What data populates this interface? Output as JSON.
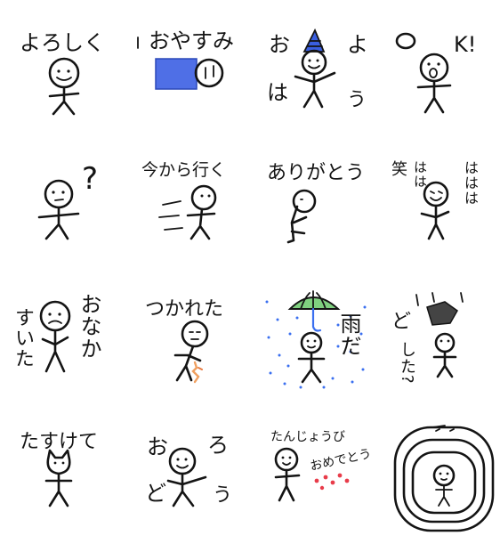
{
  "stickers": [
    {
      "id": "yoroshiku",
      "text": "よろしく"
    },
    {
      "id": "oyasumi",
      "text": "おやすみ"
    },
    {
      "id": "ohayou",
      "text_a": "お",
      "text_b": "よ",
      "text_c": "は",
      "text_d": "う"
    },
    {
      "id": "ok",
      "text": "K!"
    },
    {
      "id": "question",
      "text": "?"
    },
    {
      "id": "imakaraiku",
      "text": "今から行く"
    },
    {
      "id": "arigatou",
      "text": "ありがとう"
    },
    {
      "id": "warai",
      "text_a": "笑",
      "text_b": "ははは",
      "text_c": "はは"
    },
    {
      "id": "onakasuita",
      "text_a": "おなか",
      "text_b": "すいた"
    },
    {
      "id": "tsukareta",
      "text": "つかれた"
    },
    {
      "id": "ame",
      "text": "雨だ"
    },
    {
      "id": "doushita",
      "text_a": "ど",
      "text_b": "した?"
    },
    {
      "id": "tasukete",
      "text": "たすけて"
    },
    {
      "id": "ohayou2",
      "text_a": "お",
      "text_b": "ど",
      "text_c": "ろ",
      "text_d": "う"
    },
    {
      "id": "tanjoubi",
      "text_a": "たんじょうび",
      "text_b": "おめでとう"
    },
    {
      "id": "spiral",
      "text": ""
    }
  ],
  "colors": {
    "ink": "#141414",
    "blanket": "#4f6fe6",
    "cap": "#3a5fe0",
    "umbrella": "#7fd07f",
    "rain": "#3a6ff0",
    "rock": "#444444",
    "hearts": "#e83c4a"
  }
}
